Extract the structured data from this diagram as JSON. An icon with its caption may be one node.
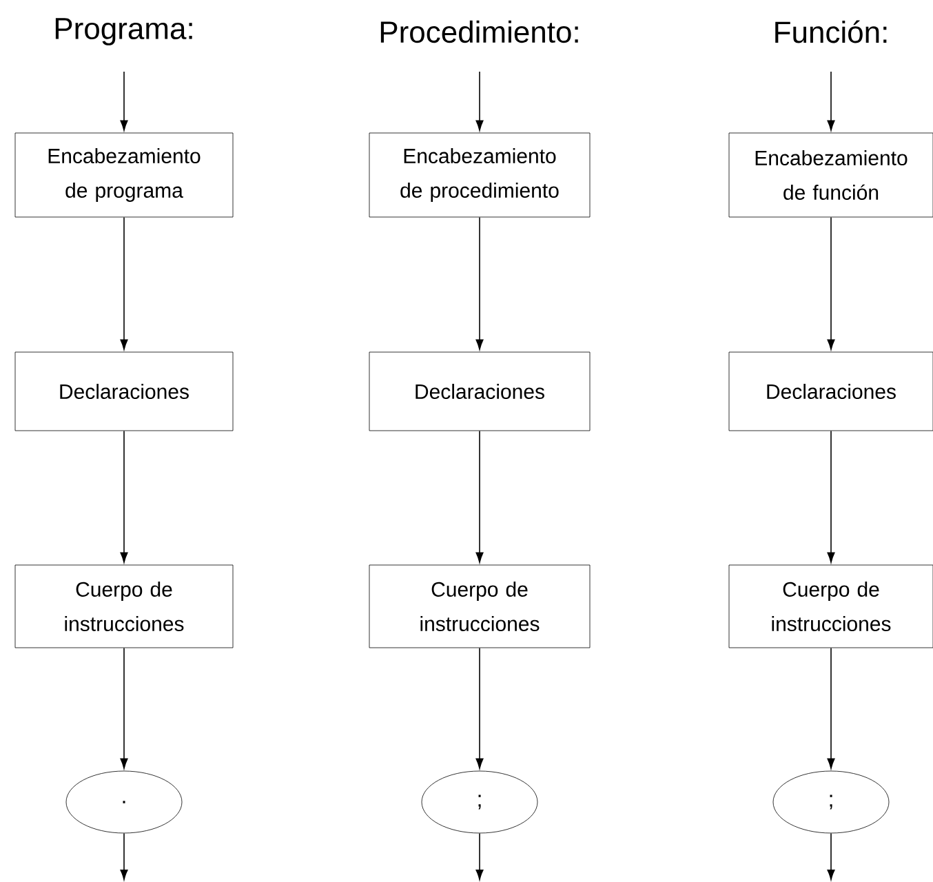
{
  "diagram": {
    "nodes": [
      {
        "text": [
          "Encabezamiento de programa"
        ]
      },
      {
        "text": [
          "Declaraciones"
        ]
      },
      {
        "text": [
          "Cuerpo de instrucciones"
        ]
      },
      {
        "text": [
          "."
        ]
      },
      {
        "text": [
          "Encabezamiento de procedimiento"
        ]
      },
      {
        "text": [
          "Declaraciones"
        ]
      },
      {
        "text": [
          "Cuerpo de instrucciones"
        ]
      },
      {
        "text": [
          ";"
        ]
      },
      {
        "text": [
          "Encabezamiento de función"
        ]
      },
      {
        "text": [
          "Declaraciones"
        ]
      },
      {
        "text": [
          "Cuerpo de instrucciones"
        ]
      },
      {
        "text": [
          ";"
        ]
      }
    ],
    "edges": [
      {
        "from": null,
        "to": 0,
        "arrow": "to"
      },
      {
        "from": 0,
        "to": 1,
        "arrow": "to"
      },
      {
        "from": 1,
        "to": 2,
        "arrow": "to"
      },
      {
        "from": 2,
        "to": 3,
        "arrow": "to"
      },
      {
        "from": 3,
        "to": null,
        "arrow": "to"
      },
      {
        "from": null,
        "to": 4,
        "arrow": "to"
      },
      {
        "from": 4,
        "to": 5,
        "arrow": "to"
      },
      {
        "from": 5,
        "to": 6,
        "arrow": "to"
      },
      {
        "from": 6,
        "to": 7,
        "arrow": "to"
      },
      {
        "from": 7,
        "to": null,
        "arrow": "to"
      },
      {
        "from": null,
        "to": 8,
        "arrow": "to"
      },
      {
        "from": 8,
        "to": 9,
        "arrow": "to"
      },
      {
        "from": 9,
        "to": 10,
        "arrow": "to"
      },
      {
        "from": 10,
        "to": 11,
        "arrow": "to"
      },
      {
        "from": 11,
        "to": null,
        "arrow": "to"
      }
    ],
    "labels": [
      "Programa:",
      "Procedimiento:",
      "Función:"
    ]
  }
}
